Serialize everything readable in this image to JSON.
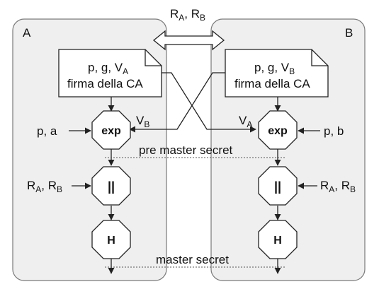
{
  "party_a": {
    "label": "A"
  },
  "party_b": {
    "label": "B"
  },
  "exchange": {
    "r": "R",
    "a": "A",
    "sep": ", ",
    "b": "B"
  },
  "cert_a": {
    "line1": "p, g, V",
    "sub": "A",
    "line2": "firma della CA"
  },
  "cert_b": {
    "line1": "p, g, V",
    "sub": "B",
    "line2": "firma della CA"
  },
  "cross": {
    "v": "V",
    "sub_b": "B",
    "sub_a": "A"
  },
  "inputs": {
    "left_exp": "p, a",
    "right_exp": "p, b"
  },
  "randoms_left": {
    "r": "R",
    "a": "A",
    "sep": ", ",
    "b": "B"
  },
  "randoms_right": {
    "r": "R",
    "a": "A",
    "sep": ", ",
    "b": "B"
  },
  "blocks": {
    "exp": "exp",
    "concat": "||",
    "hash": "H"
  },
  "labels": {
    "pre_master": "pre master secret",
    "master": "master secret"
  },
  "colors": {
    "panel_fill": "#efefef",
    "panel_stroke": "#7a7a7a",
    "line": "#222222",
    "dotted": "#555555"
  }
}
